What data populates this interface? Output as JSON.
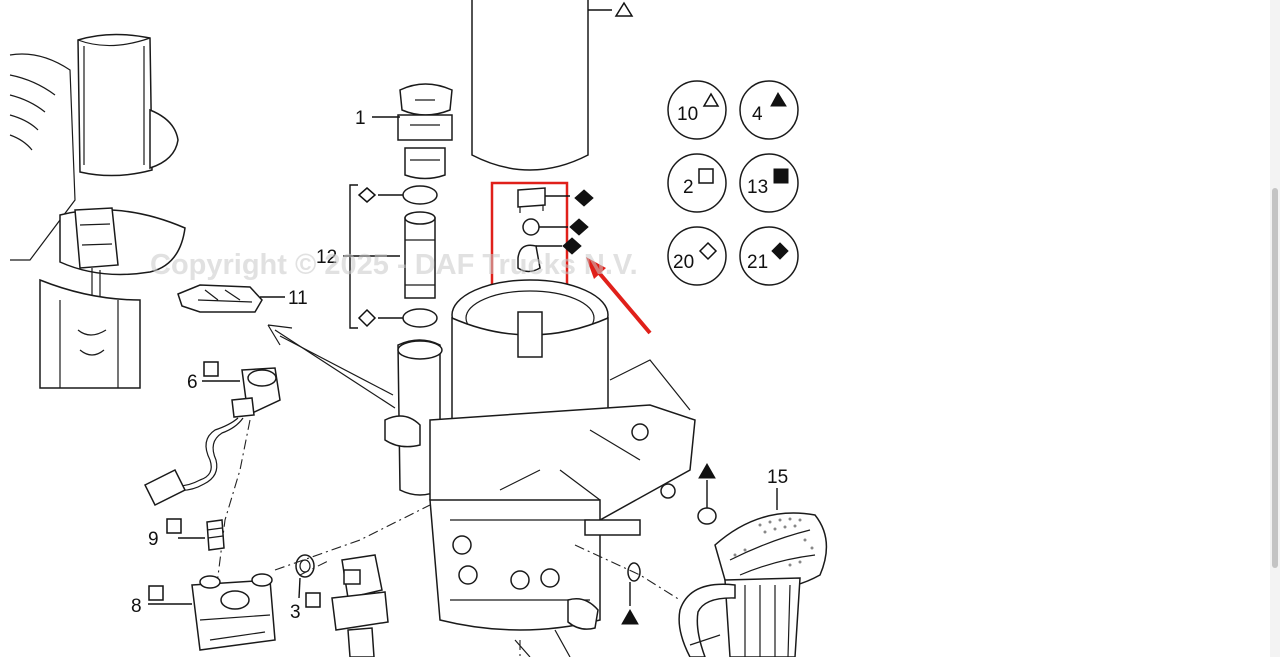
{
  "watermark": "Copyright © 2025 - DAF Trucks N.V.",
  "callouts": {
    "c1": "1",
    "c12": "12",
    "c11": "11",
    "c6": "6",
    "c9": "9",
    "c8": "8",
    "c3": "3",
    "c15": "15"
  },
  "legend": [
    {
      "number": "10",
      "symbol": "triangle-outline-icon"
    },
    {
      "number": "4",
      "symbol": "triangle-filled-icon"
    },
    {
      "number": "2",
      "symbol": "square-outline-icon"
    },
    {
      "number": "13",
      "symbol": "square-filled-icon"
    },
    {
      "number": "20",
      "symbol": "diamond-outline-icon"
    },
    {
      "number": "21",
      "symbol": "diamond-filled-icon"
    }
  ],
  "highlight_color": "#e0201a"
}
